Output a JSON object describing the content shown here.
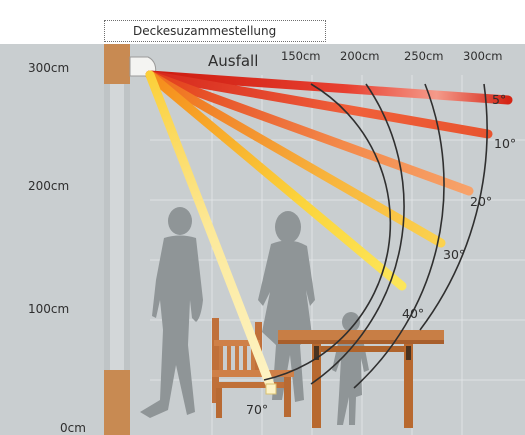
{
  "caption": "Deckesuzammestellung",
  "colors": {
    "wall": "#c9ced0",
    "pillar": "#c3c8c9",
    "wood": "#c88a52",
    "silhouette": "#8f9597",
    "grid": "#dfe3e5",
    "ring": "#2f2f2f",
    "beam_hot": "#d81e10",
    "beam_cool": "#fff5b0"
  },
  "vertical_axis": {
    "ticks": [
      "300cm",
      "200cm",
      "100cm",
      "0cm"
    ]
  },
  "horizontal_axis": {
    "title": "Ausfall",
    "ticks": [
      "150cm",
      "200cm",
      "250cm",
      "300cm"
    ]
  },
  "beams": [
    {
      "angle_label": "5°",
      "angle": 5
    },
    {
      "angle_label": "10°",
      "angle": 10
    },
    {
      "angle_label": "20°",
      "angle": 20
    },
    {
      "angle_label": "30°",
      "angle": 30
    },
    {
      "angle_label": "40°",
      "angle": 40
    },
    {
      "angle_label": "70°",
      "angle": 70
    }
  ]
}
